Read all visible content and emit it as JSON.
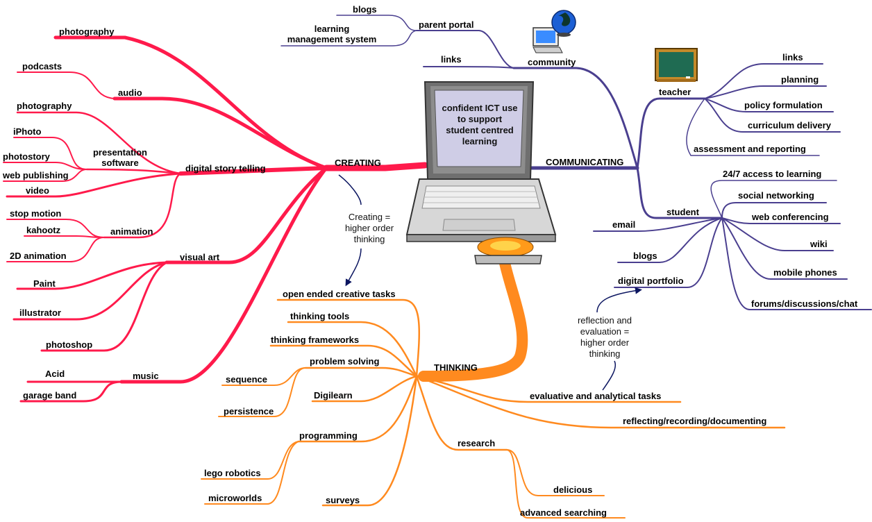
{
  "center": {
    "text_lines": [
      "confident ICT use",
      "to support",
      "student centred",
      "learning"
    ]
  },
  "colors": {
    "creating": "#ff1a4b",
    "communicating": "#4a3f8f",
    "thinking": "#ff8a1f",
    "arrow": "#0b1560"
  },
  "icons": [
    "laptop-icon",
    "globe-computer-icon",
    "chalkboard-icon"
  ],
  "branches": {
    "creating": {
      "label": "CREATING",
      "items": {
        "photography": "photography",
        "audio": "audio",
        "podcasts": "podcasts",
        "digital_story_telling": "digital story telling",
        "photography2": "photography",
        "presentation_software": [
          "presentation",
          "software"
        ],
        "iphoto": "iPhoto",
        "photostory": "photostory",
        "web_publishing": "web publishing",
        "video": "video",
        "animation": "animation",
        "stop_motion": "stop motion",
        "kahootz": "kahootz",
        "animation_2d": "2D animation",
        "visual_art": "visual art",
        "paint": "Paint",
        "illustrator": "illustrator",
        "photoshop": "photoshop",
        "music": "music",
        "acid": "Acid",
        "garage_band": "garage band"
      }
    },
    "communicating": {
      "label": "COMMUNICATING",
      "items": {
        "blogs_top": "blogs",
        "parent_portal": "parent portal",
        "lms": [
          "learning",
          "management system"
        ],
        "links_top": "links",
        "community": "community",
        "teacher": "teacher",
        "links": "links",
        "planning": "planning",
        "policy_formulation": "policy formulation",
        "curriculum_delivery": "curriculum delivery",
        "assessment_reporting": "assessment and reporting",
        "student": "student",
        "access": "24/7 access to learning",
        "social_networking": "social networking",
        "web_conferencing": "web conferencing",
        "wiki": "wiki",
        "mobile_phones": "mobile phones",
        "forums": "forums/discussions/chat",
        "email": "email",
        "blogs": "blogs",
        "digital_portfolio": "digital portfolio"
      }
    },
    "thinking": {
      "label": "THINKING",
      "items": {
        "open_ended": "open ended creative tasks",
        "thinking_tools": "thinking tools",
        "thinking_frameworks": "thinking frameworks",
        "problem_solving": "problem solving",
        "sequence": "sequence",
        "persistence": "persistence",
        "digilearn": "Digilearn",
        "programming": "programming",
        "lego_robotics": "lego robotics",
        "microworlds": "microworlds",
        "surveys": "surveys",
        "research": "research",
        "delicious": "delicious",
        "advanced_searching": "advanced searching",
        "evaluative": "evaluative and analytical tasks",
        "reflecting": "reflecting/recording/documenting"
      }
    }
  },
  "notes": {
    "creating": [
      "Creating =",
      "higher order",
      "thinking"
    ],
    "reflection": [
      "reflection and",
      "evaluation =",
      "higher order",
      "thinking"
    ]
  }
}
